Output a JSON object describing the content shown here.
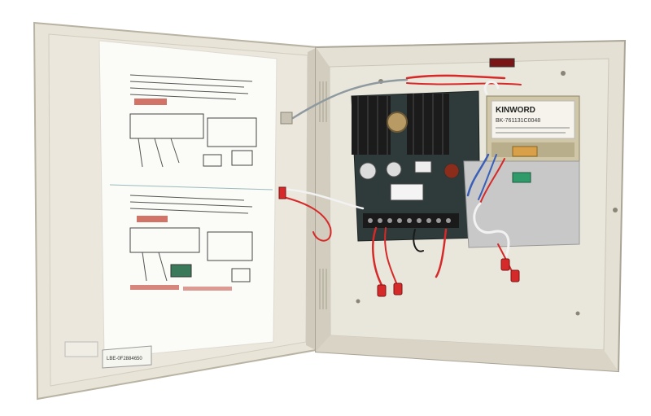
{
  "photo": {
    "subject": "",
    "colors": {
      "background": "#ffffff",
      "enclosure": "#e4e0d3",
      "enclosure_shadow": "#c9c4b4",
      "door": "#e8e4d8",
      "paper": "#fbfbf8",
      "pcb": "#2f3a3a",
      "heatsink": "#1b1b1b",
      "transformer": "#cfc7a8",
      "wire_red": "#d62a2a",
      "wire_blue": "#3a5fb8",
      "wire_white": "#f2f2f2",
      "label_red": "#c0392b",
      "plate": "#c8c8c8"
    }
  },
  "labels": {
    "transformer_brand": "KINWORD",
    "transformer_model": "BK-761131C0048",
    "door_sticker": "LBE-0F2884650"
  }
}
